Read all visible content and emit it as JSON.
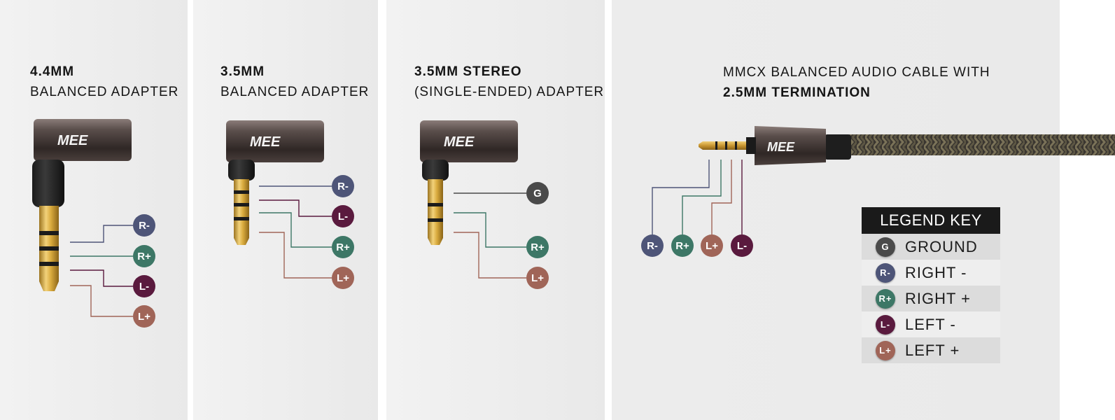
{
  "panels": [
    {
      "title_bold": "4.4MM",
      "title_normal": "BALANCED ADAPTER"
    },
    {
      "title_bold": "3.5MM",
      "title_normal": "BALANCED ADAPTER"
    },
    {
      "title_bold": "3.5MM STEREO",
      "title_normal": "(SINGLE-ENDED) ADAPTER"
    },
    {
      "title_normal": "MMCX BALANCED AUDIO CABLE WITH",
      "title_bold": "2.5MM TERMINATION"
    }
  ],
  "brand_logo": "MEE",
  "badges": {
    "G": "G",
    "R-": "R-",
    "R+": "R+",
    "L-": "L-",
    "L+": "L+"
  },
  "legend": {
    "title": "LEGEND KEY",
    "items": [
      {
        "badge": "G",
        "label": "GROUND",
        "color": "#4a4a4a"
      },
      {
        "badge": "R-",
        "label": "RIGHT -",
        "color": "#4e5578"
      },
      {
        "badge": "R+",
        "label": "RIGHT +",
        "color": "#3d7766"
      },
      {
        "badge": "L-",
        "label": "LEFT -",
        "color": "#5a1a3e"
      },
      {
        "badge": "L+",
        "label": "LEFT +",
        "color": "#a06558"
      }
    ]
  },
  "colors": {
    "G": "#4a4a4a",
    "R-": "#4e5578",
    "R+": "#3d7766",
    "L-": "#5a1a3e",
    "L+": "#a06558",
    "gold": "#d8a93a",
    "housing": "#4a3f3c"
  }
}
